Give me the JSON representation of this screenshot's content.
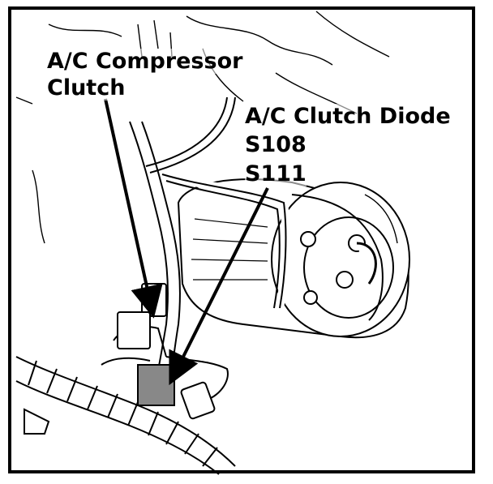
{
  "labels": {
    "compressor_line1": "A/C Compressor",
    "compressor_line2": "Clutch",
    "diode": "A/C Clutch Diode",
    "s108": "S108",
    "s111": "S111"
  },
  "colors": {
    "ink": "#000000",
    "paper": "#ffffff"
  }
}
